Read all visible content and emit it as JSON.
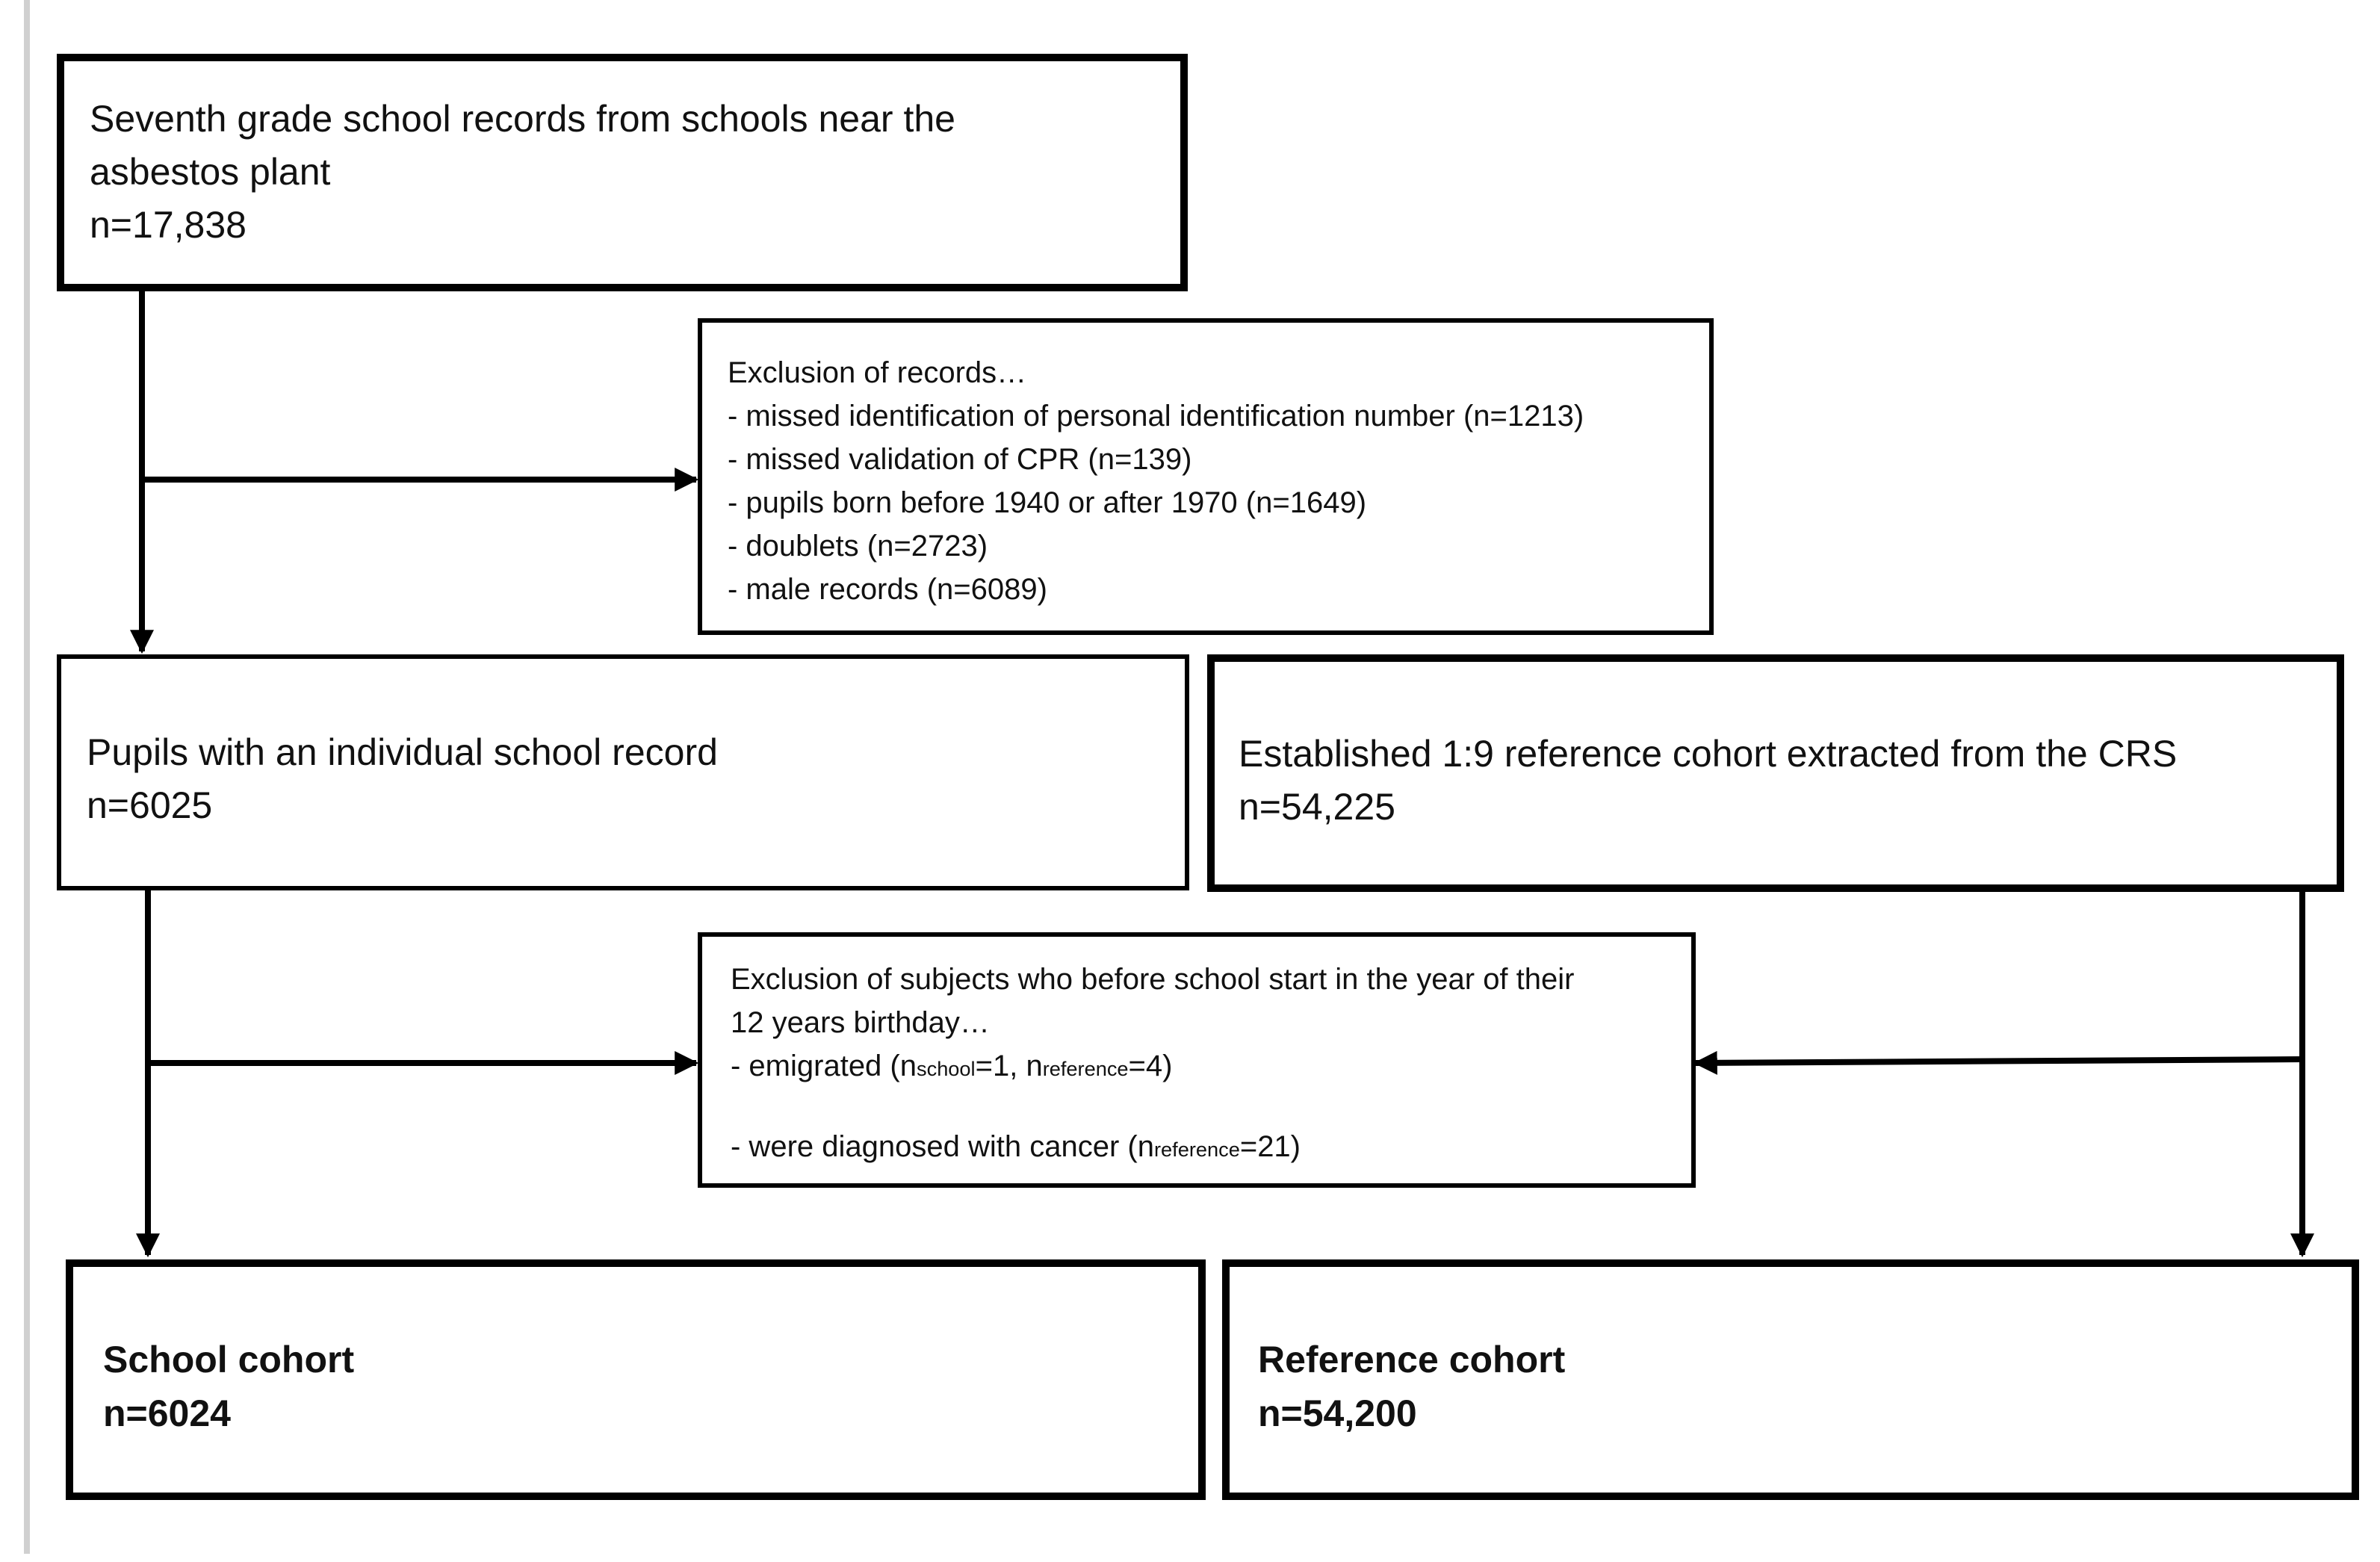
{
  "colors": {
    "line": "#000000",
    "background": "#ffffff",
    "text": "#111111"
  },
  "boxes": {
    "seventh_grade": {
      "line1": "Seventh grade school records from schools near the",
      "line2": "asbestos plant",
      "count": "n=17,838"
    },
    "exclusion_records": {
      "heading": "Exclusion of records…",
      "items": [
        "- missed identification of personal identification number (n=1213)",
        "- missed validation of CPR (n=139)",
        "- pupils born before 1940 or after 1970 (n=1649)",
        "- doublets (n=2723)",
        "- male records (n=6089)"
      ]
    },
    "pupils": {
      "label": "Pupils with an individual school record",
      "count": "n=6025"
    },
    "reference_established": {
      "label": "Established 1:9 reference cohort extracted from the CRS",
      "count": "n=54,225"
    },
    "exclusion_subjects": {
      "heading_line1": "Exclusion of subjects who before school start in the year of their",
      "heading_line2": "12 years birthday…",
      "emigrated_prefix": "- emigrated (",
      "n_symbol": "n",
      "school_sub": "school",
      "emigrated_school_value": "=1, ",
      "reference_sub": "reference",
      "emigrated_reference_value": "=4)",
      "cancer_prefix": "- were diagnosed with cancer (",
      "cancer_value": "=21)"
    },
    "school_cohort": {
      "label": "School cohort",
      "count": "n=6024"
    },
    "reference_cohort": {
      "label": "Reference cohort",
      "count": "n=54,200"
    }
  }
}
